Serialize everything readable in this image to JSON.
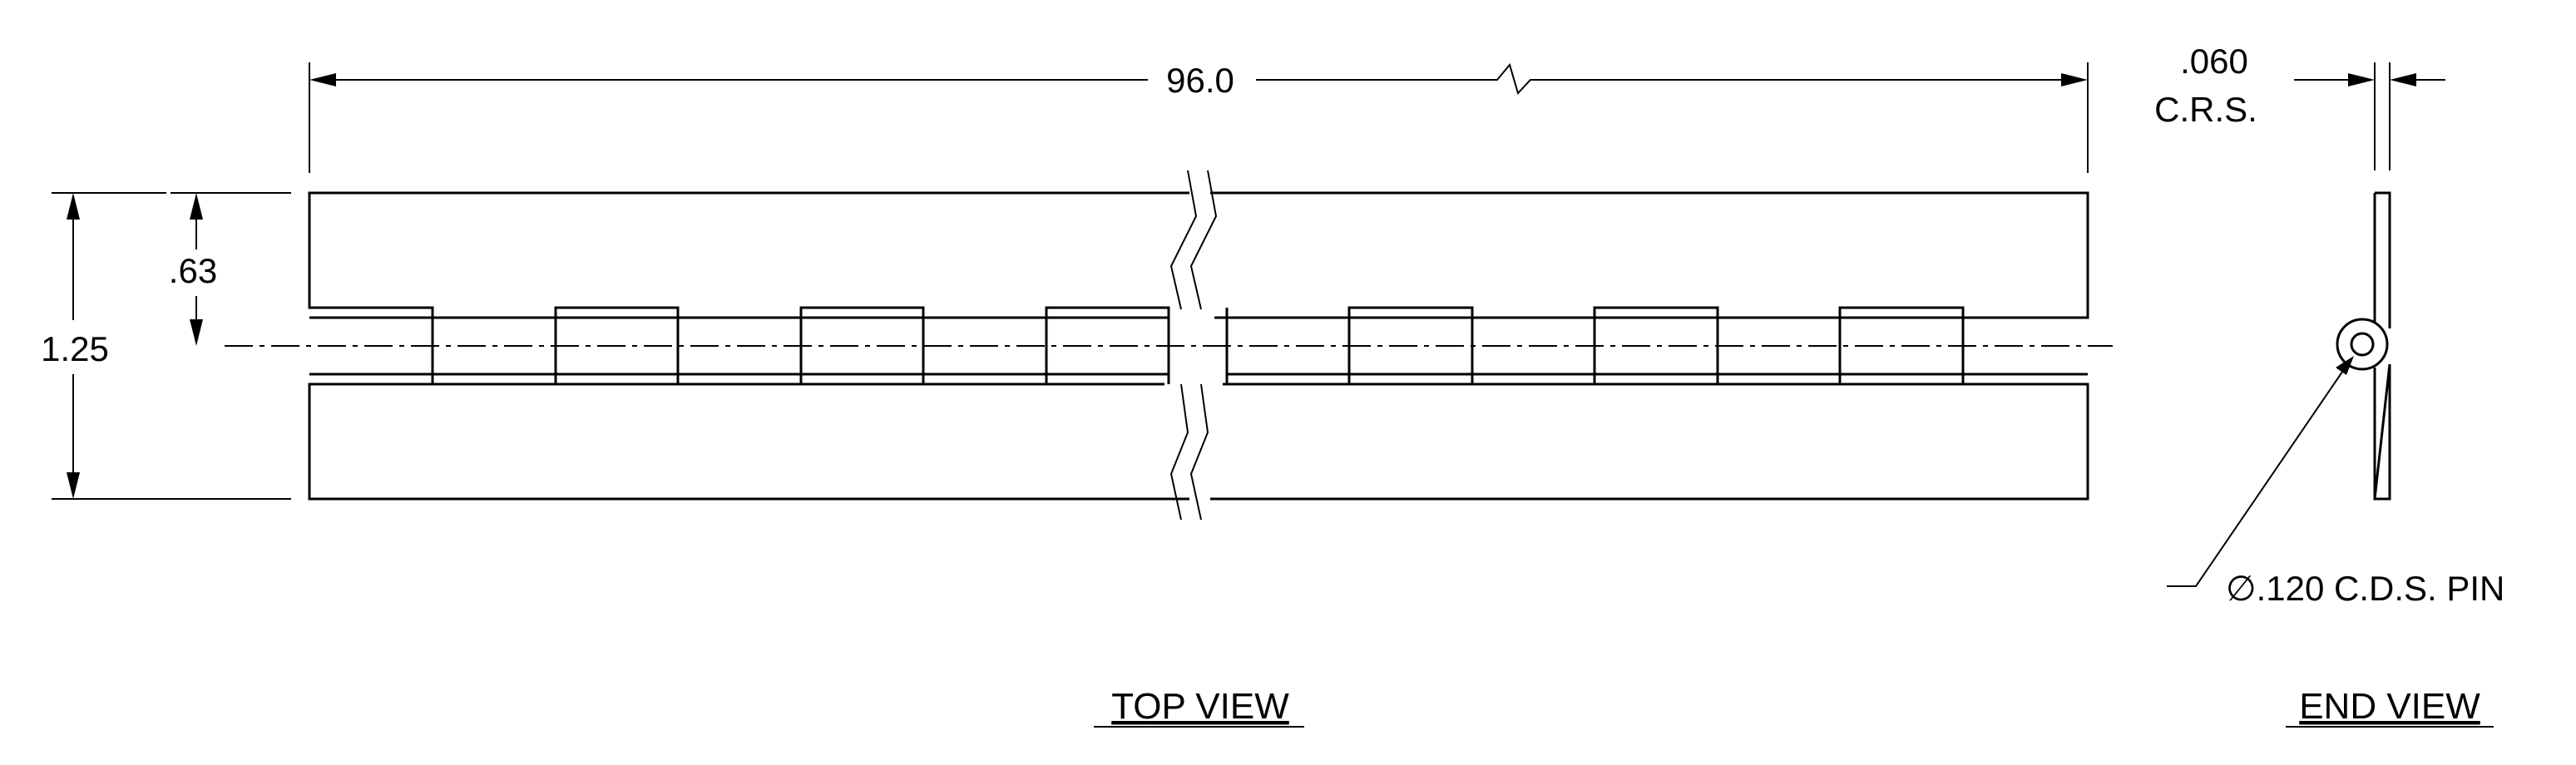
{
  "dimensions": {
    "overall_length": "96.0",
    "half_width": ".63",
    "overall_width": "1.25",
    "thickness": ".060",
    "material": "C.R.S."
  },
  "callouts": {
    "pin": "∅.120 C.D.S. PIN"
  },
  "views": {
    "top": "TOP VIEW",
    "end": "END VIEW"
  }
}
